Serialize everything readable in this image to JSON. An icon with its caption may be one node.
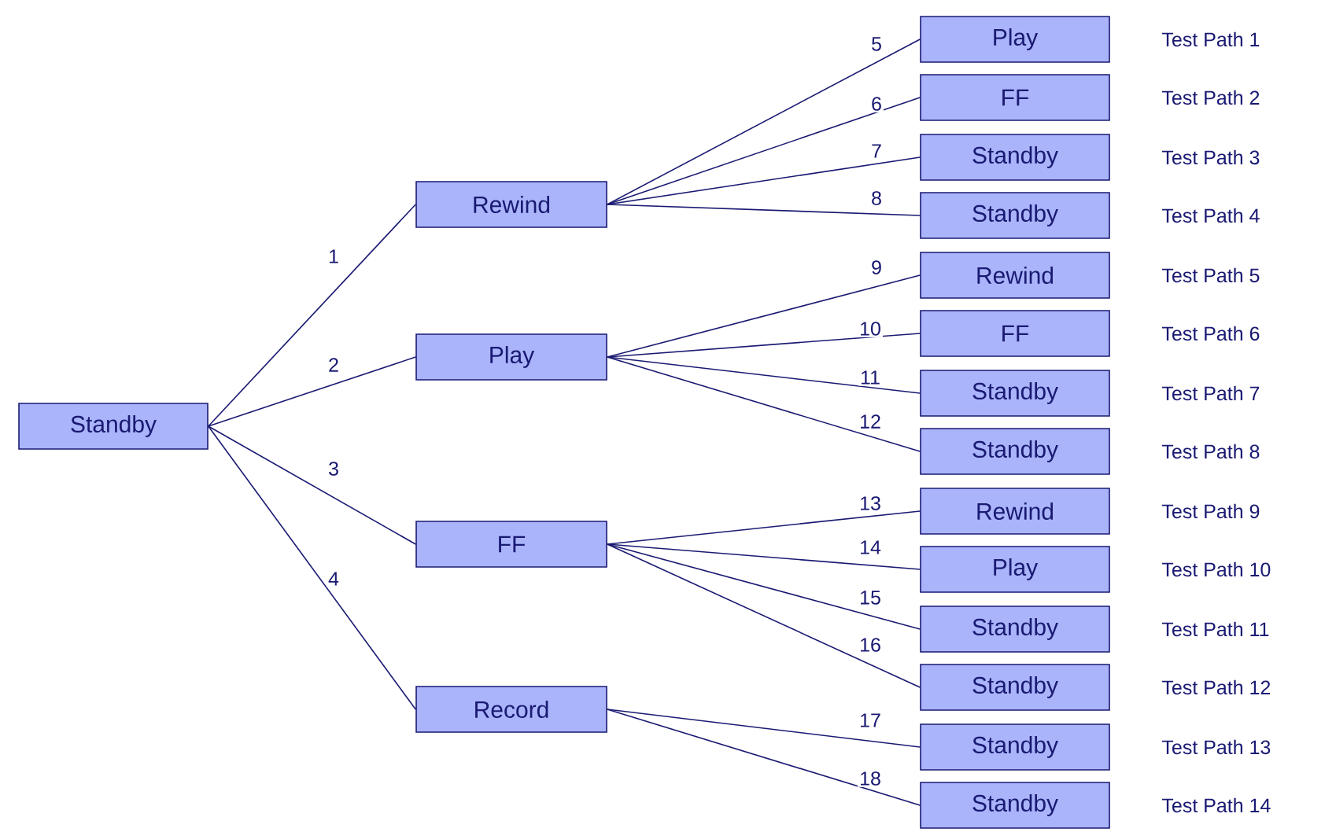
{
  "diagram": {
    "nodes": [
      {
        "text": [
          "Standby"
        ]
      },
      {
        "text": [
          "Rewind"
        ]
      },
      {
        "text": [
          "Play"
        ]
      },
      {
        "text": [
          "FF"
        ]
      },
      {
        "text": [
          "Record"
        ]
      },
      {
        "text": [
          "Play"
        ],
        "beside": [
          "Test Path 1"
        ]
      },
      {
        "text": [
          "FF"
        ],
        "beside": [
          "Test Path 2"
        ]
      },
      {
        "text": [
          "Standby"
        ],
        "beside": [
          "Test Path 3"
        ]
      },
      {
        "text": [
          "Standby"
        ],
        "beside": [
          "Test Path 4"
        ]
      },
      {
        "text": [
          "Rewind"
        ],
        "beside": [
          "Test Path 5"
        ]
      },
      {
        "text": [
          "FF"
        ],
        "beside": [
          "Test Path 6"
        ]
      },
      {
        "text": [
          "Standby"
        ],
        "beside": [
          "Test Path 7"
        ]
      },
      {
        "text": [
          "Standby"
        ],
        "beside": [
          "Test Path 8"
        ]
      },
      {
        "text": [
          "Rewind"
        ],
        "beside": [
          "Test Path 9"
        ]
      },
      {
        "text": [
          "Play"
        ],
        "beside": [
          "Test Path 10"
        ]
      },
      {
        "text": [
          "Standby"
        ],
        "beside": [
          "Test Path 11"
        ]
      },
      {
        "text": [
          "Standby"
        ],
        "beside": [
          "Test Path 12"
        ]
      },
      {
        "text": [
          "Standby"
        ],
        "beside": [
          "Test Path 13"
        ]
      },
      {
        "text": [
          "Standby"
        ],
        "beside": [
          "Test Path 14"
        ]
      }
    ],
    "edges": [
      {
        "from": 0,
        "to": 1,
        "arrow": "none",
        "label": "1"
      },
      {
        "from": 0,
        "to": 2,
        "arrow": "none",
        "label": "2"
      },
      {
        "from": 0,
        "to": 3,
        "arrow": "none",
        "label": "3"
      },
      {
        "from": 0,
        "to": 4,
        "arrow": "none",
        "label": "4"
      },
      {
        "from": 1,
        "to": 5,
        "arrow": "none",
        "label": "5"
      },
      {
        "from": 1,
        "to": 6,
        "arrow": "none",
        "label": "6"
      },
      {
        "from": 1,
        "to": 7,
        "arrow": "none",
        "label": "7"
      },
      {
        "from": 1,
        "to": 8,
        "arrow": "none",
        "label": "8"
      },
      {
        "from": 2,
        "to": 9,
        "arrow": "none",
        "label": "9"
      },
      {
        "from": 2,
        "to": 10,
        "arrow": "none",
        "label": "10"
      },
      {
        "from": 2,
        "to": 11,
        "arrow": "none",
        "label": "11"
      },
      {
        "from": 2,
        "to": 12,
        "arrow": "none",
        "label": "12"
      },
      {
        "from": 3,
        "to": 13,
        "arrow": "none",
        "label": "13"
      },
      {
        "from": 3,
        "to": 14,
        "arrow": "none",
        "label": "14"
      },
      {
        "from": 3,
        "to": 15,
        "arrow": "none",
        "label": "15"
      },
      {
        "from": 3,
        "to": 16,
        "arrow": "none",
        "label": "16"
      },
      {
        "from": 4,
        "to": 17,
        "arrow": "none",
        "label": "17"
      },
      {
        "from": 4,
        "to": 18,
        "arrow": "none",
        "label": "18"
      }
    ]
  }
}
